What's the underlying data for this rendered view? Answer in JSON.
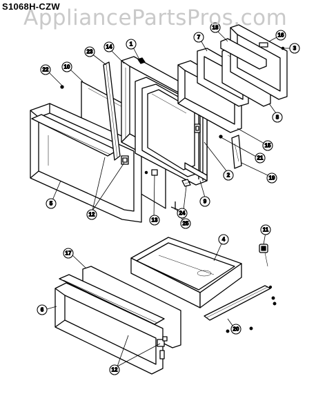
{
  "header": {
    "model_number": "S1068H-CZW",
    "watermark": "AppliancePartsPros.com"
  },
  "callouts": {
    "c1": "1",
    "c2": "2",
    "c3": "3",
    "c4": "4",
    "c5": "5",
    "c6": "6",
    "c7": "7",
    "c8": "8",
    "c9": "9",
    "c10": "10",
    "c11": "11",
    "c12a": "12",
    "c12b": "12",
    "c13": "13",
    "c14": "14",
    "c15": "15",
    "c16": "16",
    "c17": "17",
    "c18": "18",
    "c19": "19",
    "c20": "20",
    "c21": "21",
    "c22": "22",
    "c23": "23",
    "c24": "24",
    "c25": "25"
  },
  "colors": {
    "line": "#000000",
    "background": "#ffffff",
    "watermark": "#c9c9c9"
  }
}
